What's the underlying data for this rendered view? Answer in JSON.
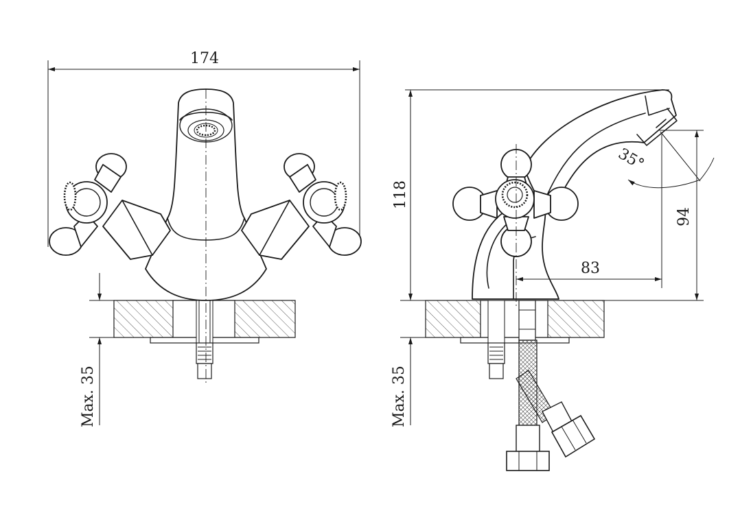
{
  "dimensions": {
    "width_label": "174",
    "height_label": "118",
    "spout_height_label": "94",
    "spout_reach_label": "83",
    "angle_label": "35°",
    "max_front_label": "Max. 35",
    "max_side_label": "Max. 35"
  }
}
